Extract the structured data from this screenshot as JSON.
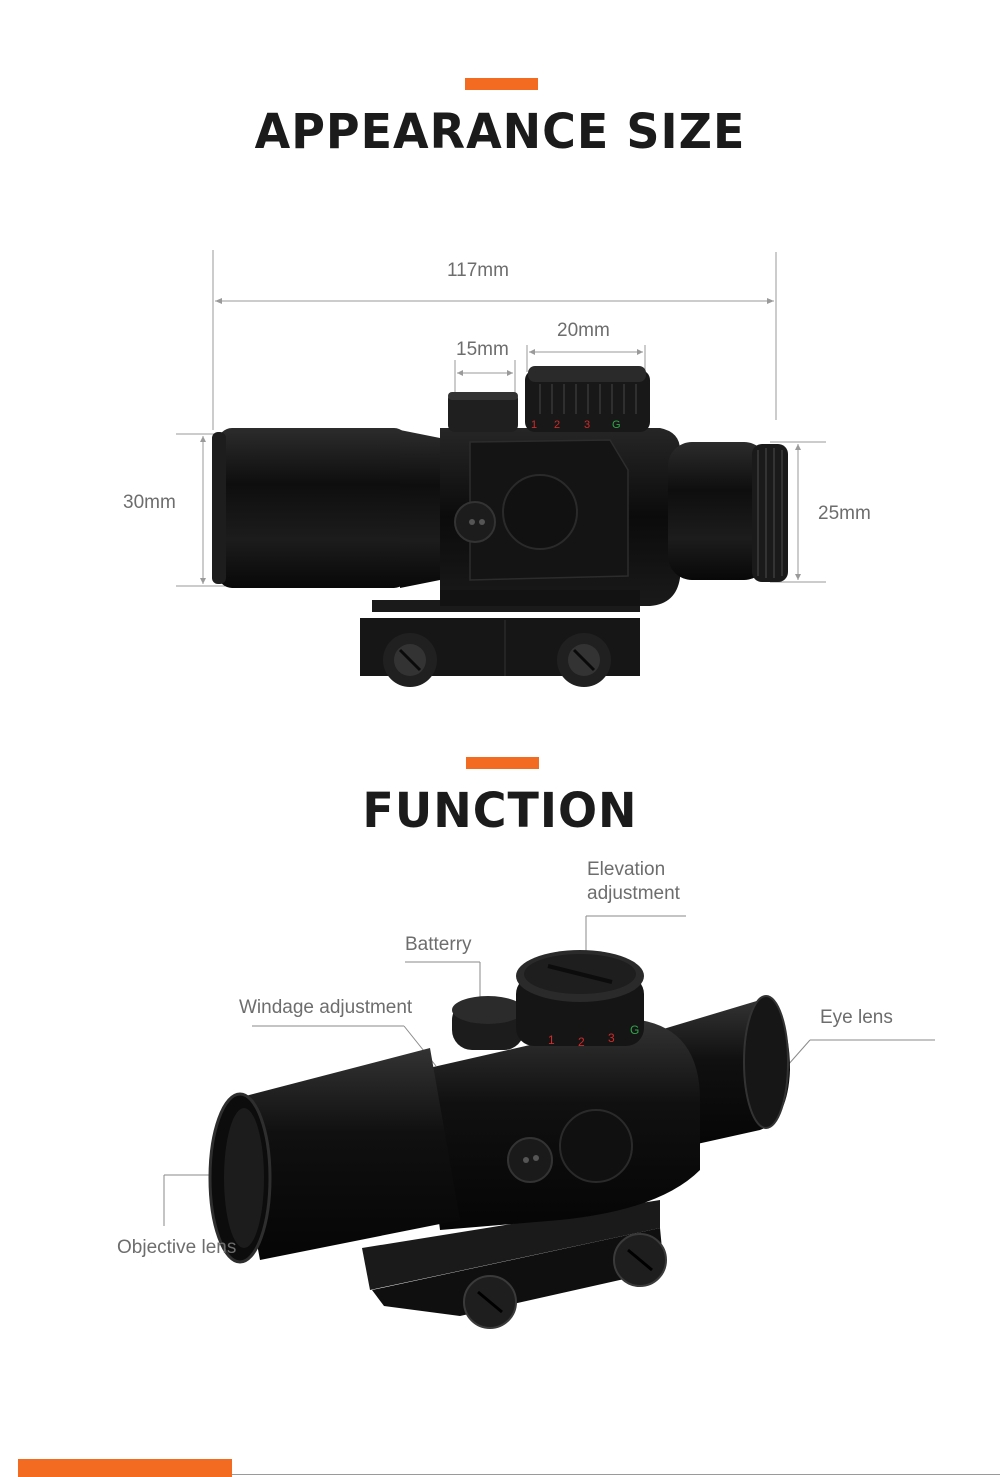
{
  "colors": {
    "accent": "#F26B21",
    "heading": "#1B1B1B",
    "label": "#6D6D6D",
    "line": "#9A9A9A",
    "product": "#141414"
  },
  "appearance": {
    "title": "APPEARANCE SIZE",
    "dimensions": {
      "overall_length": "117mm",
      "windage_turret": "15mm",
      "elevation_turret": "20mm",
      "objective_tube": "30mm",
      "eyepiece": "25mm"
    },
    "turret_markings": [
      "1",
      "2",
      "3",
      "G"
    ]
  },
  "function": {
    "title": "FUNCTION",
    "callouts": {
      "elevation_line1": "Elevation",
      "elevation_line2": "adjustment",
      "battery": "Batterry",
      "windage": "Windage adjustment",
      "eye_lens": "Eye lens",
      "objective": "Objective lens"
    },
    "turret_markings": [
      "1",
      "2",
      "3",
      "G"
    ]
  },
  "icons": [
    "rifle-scope-side-view",
    "rifle-scope-angled-view"
  ]
}
